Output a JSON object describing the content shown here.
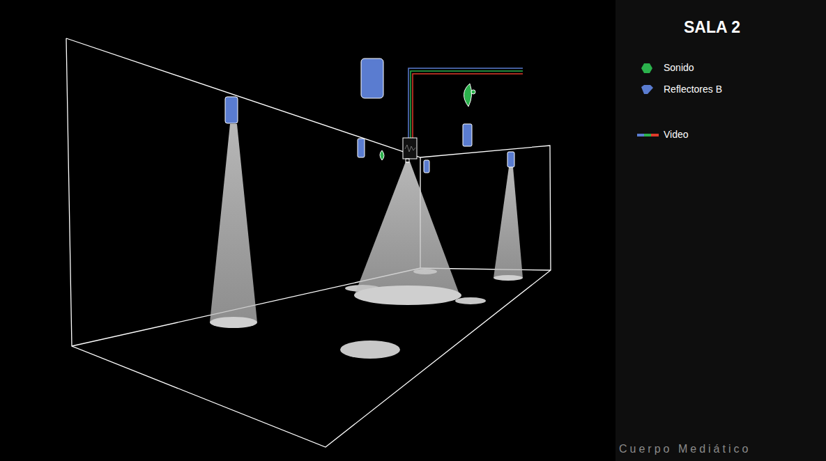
{
  "diagram": {
    "title": "SALA 2",
    "labels": [
      "Cuerpo Mediático"
    ],
    "legend": [
      {
        "text": "Sonido",
        "color": "#2bb24c"
      },
      {
        "text": "Reflectores B",
        "color": "#5a7cd0"
      },
      {
        "text": "Video"
      }
    ]
  }
}
